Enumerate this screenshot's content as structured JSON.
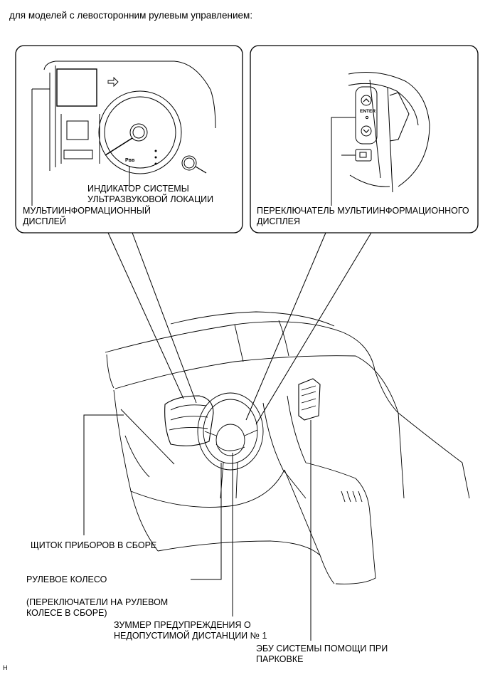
{
  "header": {
    "title": "для моделей с левосторонним рулевым управлением:"
  },
  "inset_left": {
    "label_sensor_1": "ИНДИКАТОР СИСТЕМЫ",
    "label_sensor_2": "УЛЬТРАЗВУКОВОЙ ЛОКАЦИИ",
    "label_mid_1": "МУЛЬТИИНФОРМАЦИОННЫЙ",
    "label_mid_2": "ДИСПЛЕЙ",
    "gauge_text": "Pвв"
  },
  "inset_right": {
    "label_switch_1": "ПЕРЕКЛЮЧАТЕЛЬ МУЛЬТИИНФОРМАЦИОННОГО",
    "label_switch_2": "ДИСПЛЕЯ",
    "enter_text": "ENTER"
  },
  "callouts": {
    "cluster": "ЩИТОК ПРИБОРОВ В СБОРЕ",
    "wheel": "РУЛЕВОЕ КОЛЕСО",
    "wheel_switch_1": "(ПЕРЕКЛЮЧАТЕЛИ НА РУЛЕВОМ",
    "wheel_switch_2": "КОЛЕСЕ В СБОРЕ)",
    "buzzer_1": "ЗУММЕР ПРЕДУПРЕЖДЕНИЯ О",
    "buzzer_2": "НЕДОПУСТИМОЙ ДИСТАНЦИИ № 1",
    "ecu_1": "ЭБУ СИСТЕМЫ ПОМОЩИ ПРИ",
    "ecu_2": "ПАРКОВКЕ"
  },
  "footer": {
    "code": "H"
  }
}
